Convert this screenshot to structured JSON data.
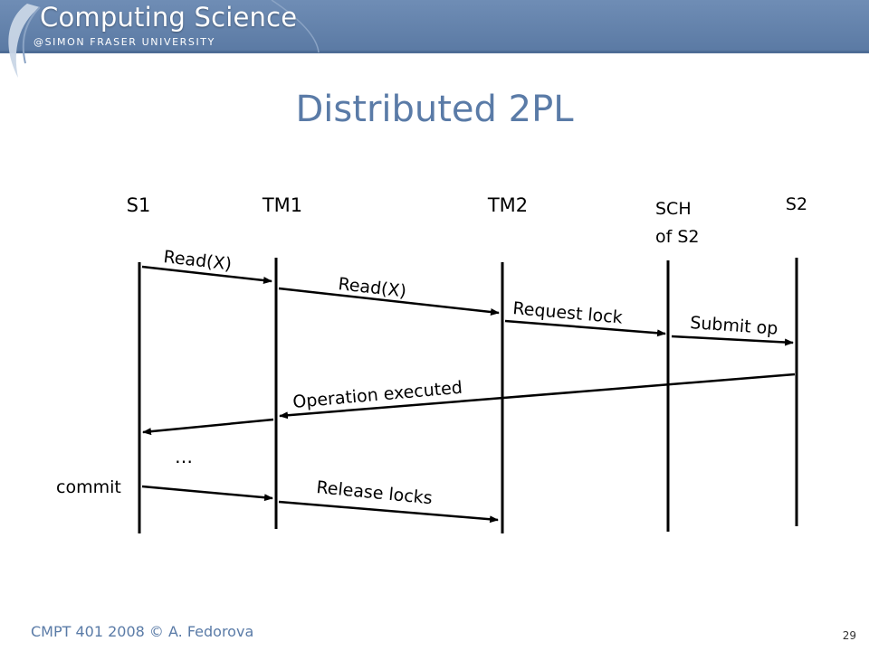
{
  "header": {
    "brand": "Computing Science",
    "university": "@SIMON FRASER UNIVERSITY"
  },
  "slide": {
    "title": "Distributed 2PL",
    "footer": "CMPT 401 2008 © A. Fedorova",
    "page_number": "29"
  },
  "diagram": {
    "participants": [
      "S1",
      "TM1",
      "TM2",
      "SCH of S2",
      "S2"
    ],
    "messages": [
      {
        "from": "S1",
        "to": "TM1",
        "label": "Read(X)"
      },
      {
        "from": "TM1",
        "to": "TM2",
        "label": "Read(X)"
      },
      {
        "from": "TM2",
        "to": "SCH of S2",
        "label": "Request lock"
      },
      {
        "from": "SCH of S2",
        "to": "S2",
        "label": "Submit op"
      },
      {
        "from": "S2",
        "to": "TM1",
        "label": "Operation executed"
      },
      {
        "from": "TM1",
        "to": "S1",
        "label": ""
      },
      {
        "from": "S1",
        "to": "TM1",
        "label": ""
      },
      {
        "from": "TM1",
        "to": "TM2",
        "label": "Release locks"
      }
    ],
    "labels": {
      "commit": "commit",
      "ellipsis": "…",
      "sch_line1": "SCH",
      "sch_line2": "of S2"
    }
  }
}
